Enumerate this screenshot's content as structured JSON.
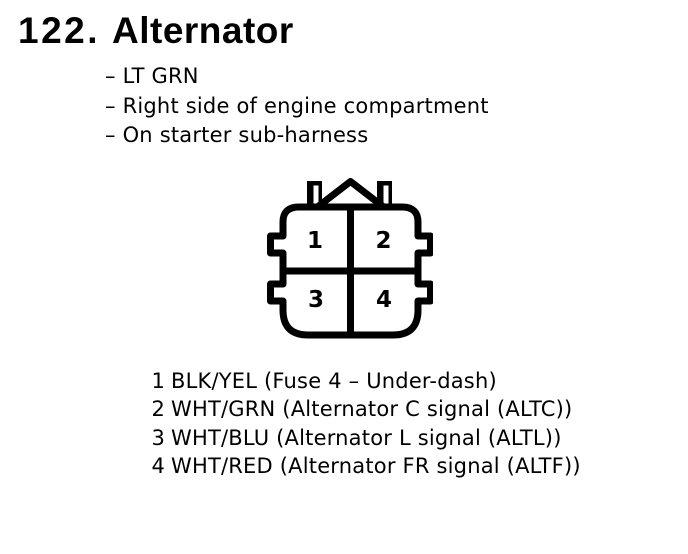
{
  "page": {
    "index_number": "122.",
    "title": "Alternator",
    "notes": [
      "– LT GRN",
      "– Right side of engine compartment",
      "– On starter sub-harness"
    ]
  },
  "connector": {
    "cavity_labels": [
      "1",
      "2",
      "3",
      "4"
    ]
  },
  "pin_table": {
    "rows": [
      {
        "pin": "1",
        "desc": "BLK/YEL (Fuse 4 – Under-dash)"
      },
      {
        "pin": "2",
        "desc": "WHT/GRN (Alternator C signal (ALTC))"
      },
      {
        "pin": "3",
        "desc": "WHT/BLU (Alternator L signal (ALTL))"
      },
      {
        "pin": "4",
        "desc": "WHT/RED (Alternator FR signal (ALTF))"
      }
    ]
  },
  "colors": {
    "ink": "#000000",
    "paper": "#ffffff"
  }
}
